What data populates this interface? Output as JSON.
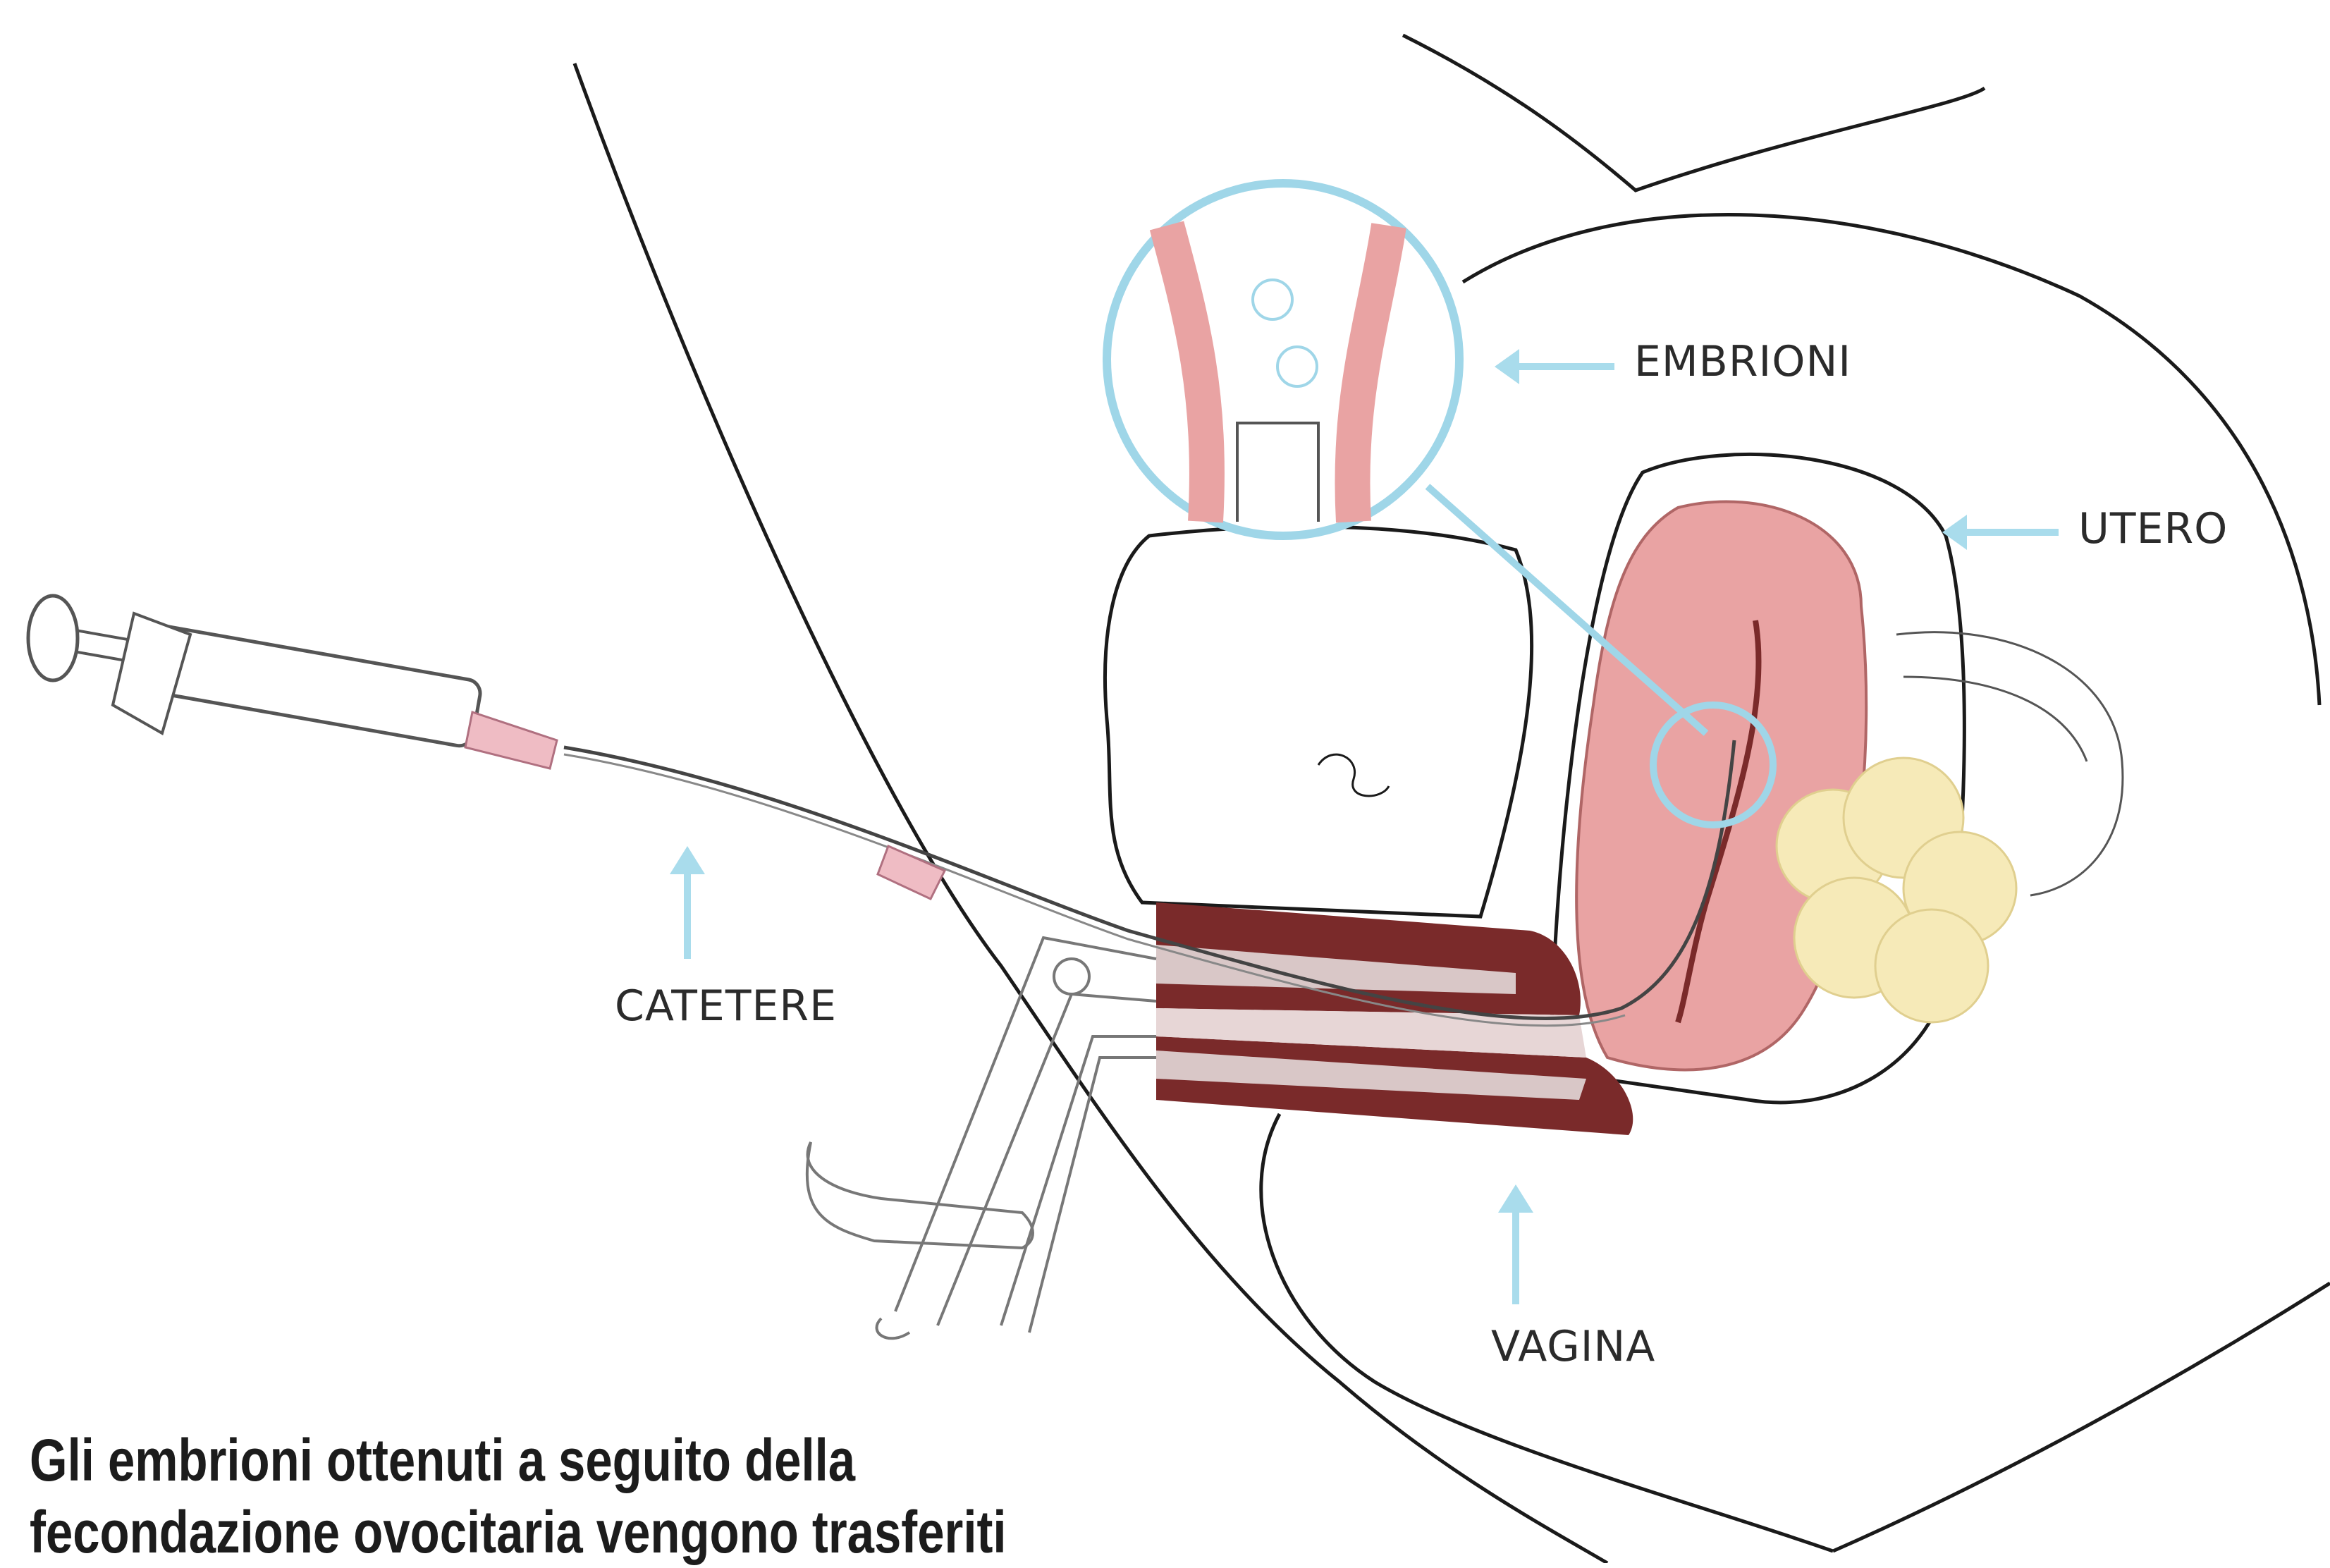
{
  "labels": {
    "embrioni": "EMBRIONI",
    "utero": "UTERO",
    "catetere": "CATETERE",
    "vagina": "VAGINA"
  },
  "caption": {
    "line1": "Gli embrioni ottenuti a seguito della",
    "line2": "fecondazione ovocitaria vengono trasferiti"
  },
  "colors": {
    "outline": "#1a1a1a",
    "arrow": "#a9dcec",
    "uterus": "#e9a3a3",
    "uterus_inner": "#f0c0c0",
    "vagina_wall": "#7a2a2a",
    "ovary": "#f6eab8",
    "zoom_circle": "#9fd6e8"
  }
}
